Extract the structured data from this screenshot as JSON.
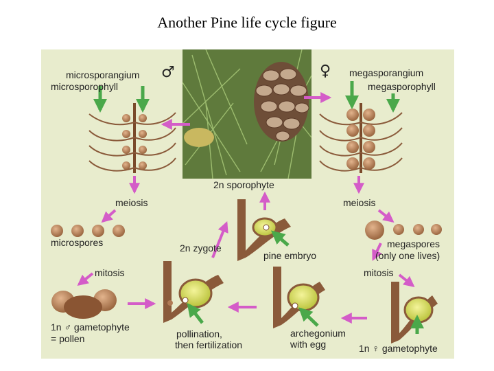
{
  "title": "Another Pine life cycle figure",
  "labels": {
    "microsporangium": "microsporangium",
    "microsporophyll": "microsporophyll",
    "male_symbol": "♂",
    "female_symbol": "♀",
    "megasporangium": "megasporangium",
    "megasporophyll": "megasporophyll",
    "sporophyte": "2n sporophyte",
    "meiosis_left": "meiosis",
    "meiosis_right": "meiosis",
    "microspores": "microspores",
    "megaspores_line1": "megaspores",
    "megaspores_line2": "(only one lives)",
    "zygote": "2n zygote",
    "pine_embryo": "pine embryo",
    "mitosis_left": "mitosis",
    "mitosis_right": "mitosis",
    "male_gametophyte_line1": "1n ♂ gametophyte",
    "male_gametophyte_line2": "= pollen",
    "pollination_line1": "pollination,",
    "pollination_line2": "then fertilization",
    "archegonium_line1": "archegonium",
    "archegonium_line2": "with egg",
    "female_gametophyte": "1n ♀ gametophyte"
  },
  "colors": {
    "panel": "#e8eccd",
    "magenta_arrow": "#d45cc8",
    "green_arrow": "#4aa84a",
    "stalk": "#8a5a3a",
    "spore": "#b07a55",
    "ovule": "#d8dd6a"
  }
}
